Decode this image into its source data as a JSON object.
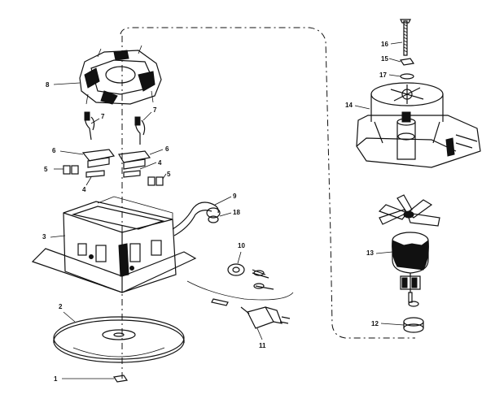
{
  "callouts": {
    "c1": "1",
    "c2": "2",
    "c3": "3",
    "c4a": "4",
    "c4b": "4",
    "c5a": "5",
    "c5b": "5",
    "c6a": "6",
    "c6b": "6",
    "c7a": "7",
    "c7b": "7",
    "c8": "8",
    "c9": "9",
    "c10": "10",
    "c11": "11",
    "c12": "12",
    "c13": "13",
    "c14": "14",
    "c15": "15",
    "c16": "16",
    "c17": "17",
    "c18": "18"
  }
}
